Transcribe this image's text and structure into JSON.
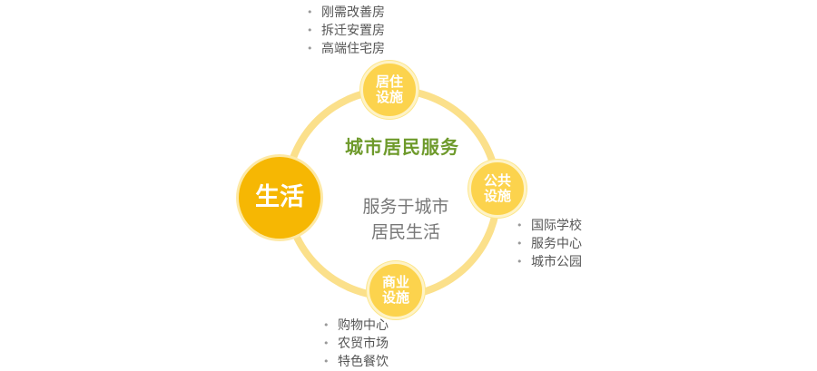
{
  "center": {
    "title": "城市居民服务",
    "subtitle_line1": "服务于城市",
    "subtitle_line2": "居民生活"
  },
  "main_node": {
    "label": "生活"
  },
  "nodes": [
    {
      "line1": "居住",
      "line2": "设施",
      "bullets": [
        "刚需改善房",
        "拆迁安置房",
        "高端住宅房"
      ]
    },
    {
      "line1": "公共",
      "line2": "设施",
      "bullets": [
        "国际学校",
        "服务中心",
        "城市公园"
      ]
    },
    {
      "line1": "商业",
      "line2": "设施",
      "bullets": [
        "购物中心",
        "农贸市场",
        "特色餐饮"
      ]
    }
  ],
  "colors": {
    "ring": "#fbe08b",
    "main_node": "#f6b703",
    "small_node": "#fcd34d",
    "title": "#6e9a2b",
    "subtitle": "#777777"
  }
}
